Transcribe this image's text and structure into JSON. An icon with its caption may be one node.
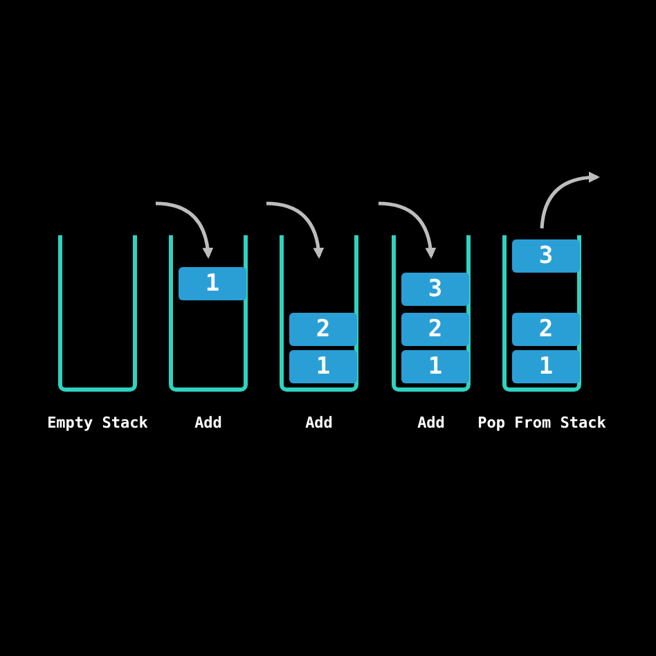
{
  "diagram": {
    "nodes": [
      {
        "text": [],
        "shape": "box",
        "beside": [
          "Empty Stack"
        ]
      },
      {
        "text": [],
        "shape": "box",
        "beside": [
          "Add"
        ]
      },
      {
        "text": [
          "1"
        ],
        "in": 1
      },
      {
        "text": [],
        "shape": "box",
        "beside": [
          "Add"
        ]
      },
      {
        "text": [
          "2"
        ],
        "in": 3
      },
      {
        "text": [
          "1"
        ],
        "in": 3
      },
      {
        "text": [],
        "shape": "box",
        "beside": [
          "Add"
        ]
      },
      {
        "text": [
          "3"
        ],
        "in": 6
      },
      {
        "text": [
          "2"
        ],
        "in": 6
      },
      {
        "text": [
          "1"
        ],
        "in": 6
      },
      {
        "text": [],
        "shape": "box",
        "beside": [
          "Pop From Stack"
        ]
      },
      {
        "text": [
          "3"
        ],
        "in": 10
      },
      {
        "text": [
          "2"
        ],
        "in": 10
      },
      {
        "text": [
          "1"
        ],
        "in": 10
      }
    ],
    "edges": [
      {
        "from": null,
        "to": 1,
        "arrow": "to"
      },
      {
        "from": null,
        "to": 3,
        "arrow": "to"
      },
      {
        "from": null,
        "to": 6,
        "arrow": "to"
      },
      {
        "from": 11,
        "to": null,
        "arrow": "to"
      }
    ]
  }
}
